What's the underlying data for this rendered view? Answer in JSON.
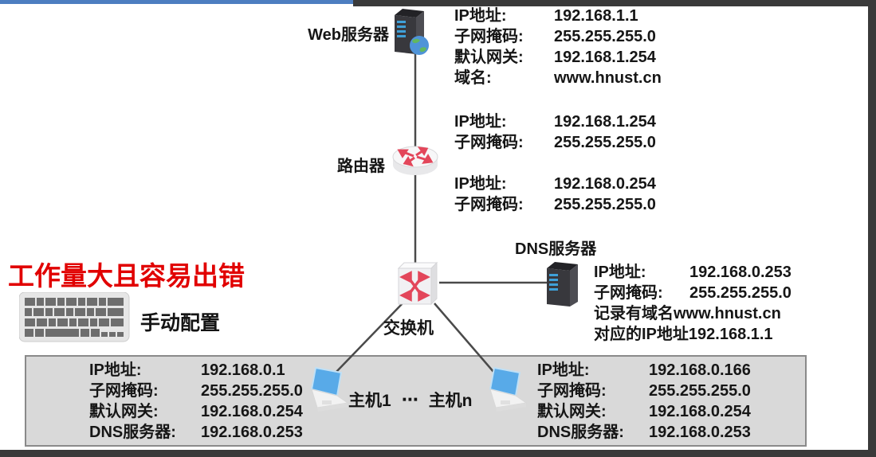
{
  "diagram": {
    "web_server": {
      "label": "Web服务器",
      "info": [
        {
          "label": "IP地址:",
          "value": "192.168.1.1"
        },
        {
          "label": "子网掩码:",
          "value": "255.255.255.0"
        },
        {
          "label": "默认网关:",
          "value": "192.168.1.254"
        },
        {
          "label": "域名:",
          "value": "www.hnust.cn"
        }
      ]
    },
    "router": {
      "label": "路由器",
      "wan_info": [
        {
          "label": "IP地址:",
          "value": "192.168.1.254"
        },
        {
          "label": "子网掩码:",
          "value": "255.255.255.0"
        }
      ],
      "lan_info": [
        {
          "label": "IP地址:",
          "value": "192.168.0.254"
        },
        {
          "label": "子网掩码:",
          "value": "255.255.255.0"
        }
      ]
    },
    "dns_server": {
      "label": "DNS服务器",
      "info": [
        {
          "label": "IP地址:",
          "value": "192.168.0.253"
        },
        {
          "label": "子网掩码:",
          "value": "255.255.255.0"
        }
      ],
      "notes": [
        "记录有域名www.hnust.cn",
        "对应的IP地址192.168.1.1"
      ]
    },
    "switch": {
      "label": "交换机"
    },
    "hosts": {
      "first_label": "主机1",
      "ellipsis": "⋯",
      "last_label": "主机n",
      "first_info": [
        {
          "label": "IP地址:",
          "value": "192.168.0.1"
        },
        {
          "label": "子网掩码:",
          "value": "255.255.255.0"
        },
        {
          "label": "默认网关:",
          "value": "192.168.0.254"
        },
        {
          "label": "DNS服务器:",
          "value": "192.168.0.253"
        }
      ],
      "last_info": [
        {
          "label": "IP地址:",
          "value": "192.168.0.166"
        },
        {
          "label": "子网掩码:",
          "value": "255.255.255.0"
        },
        {
          "label": "默认网关:",
          "value": "192.168.0.254"
        },
        {
          "label": "DNS服务器:",
          "value": "192.168.0.253"
        }
      ]
    }
  },
  "annotation": {
    "warning": "工作量大且容易出错",
    "method_label": "手动配置"
  },
  "colors": {
    "warning_red": "#e10000",
    "device_arrow_red": "#e3465a",
    "laptop_screen_blue": "#58aae8",
    "top_bar_blue": "#4d7ec0",
    "frame_dark": "#3a3a3a",
    "hosts_box_gray": "#d9d9d9"
  }
}
